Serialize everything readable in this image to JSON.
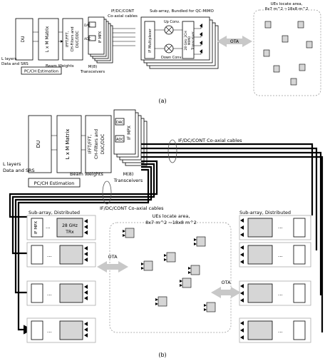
{
  "part_a": {
    "du": "DU",
    "matrix": "L x M Matrix",
    "ifft": "IFFT/FFT,",
    "chfilters": "CH-Filters and",
    "ducddc": "DUC/DDC",
    "dac": "DAC",
    "adc": "ADC",
    "ifmpx": "IF MPX",
    "layers": "L layers",
    "data_srs": "Data and SRS",
    "beam_weights": "Beam Weights",
    "pc_ch": "PC/CH Estimation",
    "transceivers_1": "M(8)",
    "transceivers_2": "Transceivers",
    "cables_1": "IF/DC/CONT",
    "cables_2": "Co-axial cables",
    "subarray": "Sub-array, Bundled for QC-MIMO",
    "if_multiplexer": "IF Multiplexer",
    "up_conv": "Up Conv.",
    "down_conv": "Down Conv.",
    "mimo_1": "28 GHz 2CH",
    "mimo_2": "MIMO",
    "mimo_3": "Transceiver",
    "ota": "OTA",
    "ue_area_1": "UEs locate area,",
    "ue_area_2": "8x7 m^2 ~18x8 m^2",
    "caption": "(a)"
  },
  "part_b": {
    "du": "DU",
    "matrix": "L x M Matrix",
    "ifft": "IFFT/FFT,",
    "chfilters": "CH-Filters and",
    "ducddc": "DUC/DDC",
    "dac": "DAC",
    "adc": "ADC",
    "ifmpx": "IF MPX",
    "layers": "L layers",
    "data_srs": "Data and SRS",
    "beam_weights": "Beam Weights",
    "pc_ch": "PC/CH Estimation",
    "transceivers_1": "M(8)",
    "transceivers_2": "Transceivers",
    "cables_top": "IF/DC/CONT Co-axial cables",
    "cables_mid": "IF/DC/CONT Co-axial cables",
    "subarray_left": "Sub-array, Distributed",
    "subarray_right": "Sub-array, Distributed",
    "sub_ifmpx": "IF MPX",
    "trx_1": "28 GHz",
    "trx_2": "TRx",
    "dots": "...",
    "ue_area_1": "UEs locate area,",
    "ue_area_2": "8x7 m^2 ~18x8 m^2",
    "ota_left": "OTA",
    "ota_right": "OTA",
    "caption": "(b)"
  }
}
